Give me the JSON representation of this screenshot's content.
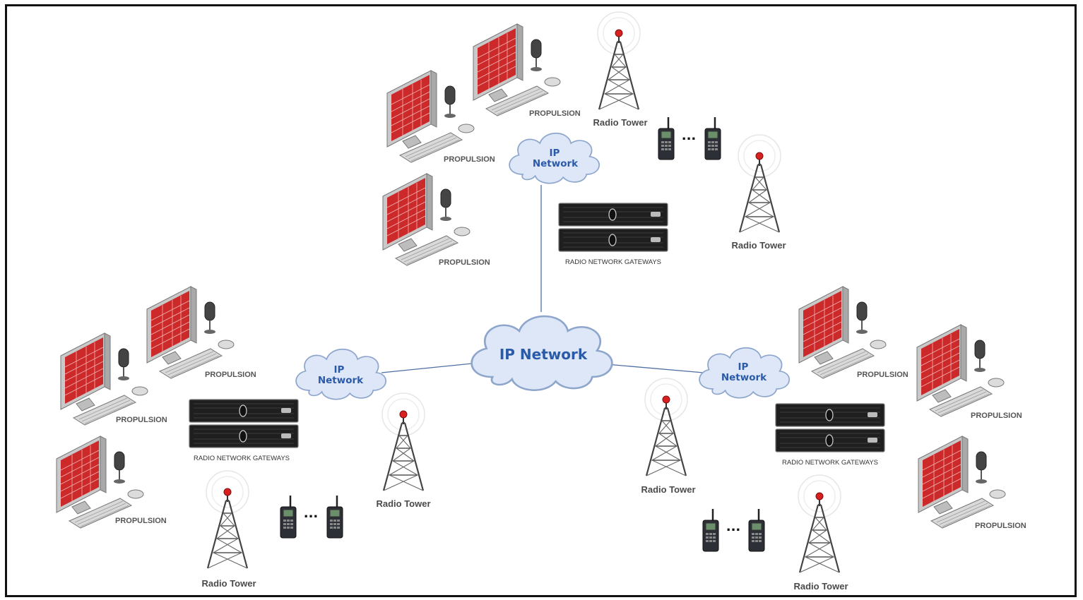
{
  "core_network": {
    "label": "IP Network"
  },
  "site_network_label": [
    "IP",
    "Network"
  ],
  "workstation_label": "PROPULSION",
  "tower_label": "Radio Tower",
  "gateway_label": "RADIO NETWORK GATEWAYS",
  "handset_separator": "...",
  "colors": {
    "link": "#4e6fa3",
    "cloud_fill": "#dde7f7",
    "cloud_stroke": "#8ea6cc",
    "screen": "#cc2a2a",
    "tower_light": "#d92020"
  },
  "sites": [
    {
      "id": "top",
      "network": {
        "line1": "IP",
        "line2": "Network"
      },
      "workstations": [
        "PROPULSION",
        "PROPULSION",
        "PROPULSION"
      ],
      "towers": [
        "Radio Tower",
        "Radio Tower"
      ],
      "gateway": "RADIO NETWORK GATEWAYS"
    },
    {
      "id": "left",
      "network": {
        "line1": "IP",
        "line2": "Network"
      },
      "workstations": [
        "PROPULSION",
        "PROPULSION",
        "PROPULSION"
      ],
      "towers": [
        "Radio Tower",
        "Radio Tower"
      ],
      "gateway": "RADIO NETWORK GATEWAYS"
    },
    {
      "id": "right",
      "network": {
        "line1": "IP",
        "line2": "Network"
      },
      "workstations": [
        "PROPULSION",
        "PROPULSION",
        "PROPULSION"
      ],
      "towers": [
        "Radio Tower",
        "Radio Tower"
      ],
      "gateway": "RADIO NETWORK GATEWAYS"
    }
  ]
}
